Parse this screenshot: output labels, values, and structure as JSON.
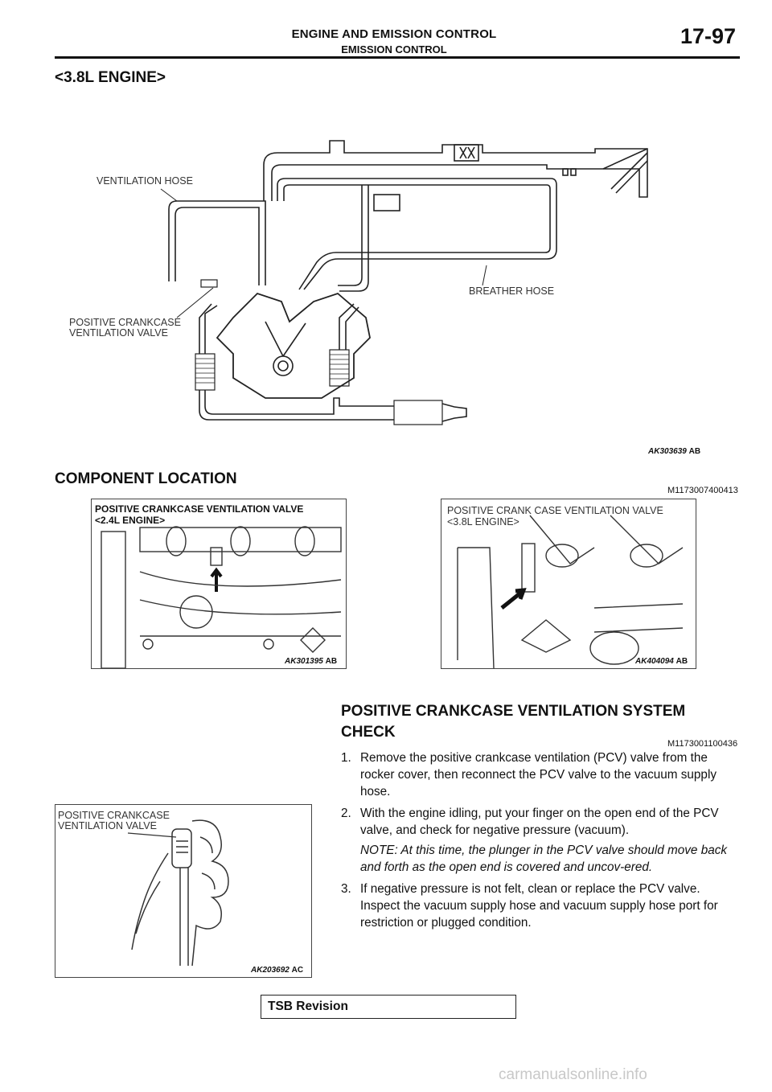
{
  "header": {
    "title": "ENGINE AND EMISSION CONTROL",
    "subtitle": "EMISSION CONTROL",
    "page_number": "17-97"
  },
  "engine_label": "<3.8L ENGINE>",
  "diagram1": {
    "label_ventilation_hose": "VENTILATION HOSE",
    "label_breather_hose": "BREATHER HOSE",
    "label_pcv_line1": "POSITIVE CRANKCASE",
    "label_pcv_line2": "VENTILATION VALVE",
    "code": "AK303639",
    "code_suffix": "AB"
  },
  "component_location": {
    "title": "COMPONENT LOCATION",
    "code": "M1173007400413"
  },
  "photo1": {
    "label_line1": "POSITIVE CRANKCASE VENTILATION VALVE",
    "label_line2": "<2.4L ENGINE>",
    "code": "AK301395",
    "code_suffix": "AB"
  },
  "photo2": {
    "label_line1": "POSITIVE CRANK CASE VENTILATION VALVE",
    "label_line2": "<3.8L ENGINE>",
    "code": "AK404094",
    "code_suffix": "AB"
  },
  "pcv_check": {
    "title_line1": "POSITIVE CRANKCASE VENTILATION SYSTEM",
    "title_line2": "CHECK",
    "code": "M1173001100436",
    "steps": [
      {
        "num": "1.",
        "text": "Remove the positive crankcase ventilation (PCV) valve from the rocker cover, then reconnect the PCV valve to the vacuum supply hose."
      },
      {
        "num": "2.",
        "text": "With the engine idling, put your finger on the open end of the PCV valve, and check for negative pressure (vacuum).",
        "note": "NOTE: At this time, the plunger in the PCV valve should move back and forth as the open end is covered and uncov-ered."
      },
      {
        "num": "3.",
        "text": "If negative pressure is not felt, clean or replace the PCV valve. Inspect the vacuum supply hose and vacuum supply hose port for restriction or plugged condition."
      }
    ]
  },
  "photo3": {
    "label_line1": "POSITIVE CRANKCASE",
    "label_line2": "VENTILATION VALVE",
    "code": "AK203692",
    "code_suffix": "AC"
  },
  "footer": {
    "tsb_label": "TSB Revision",
    "watermark": "carmanualsonline.info"
  }
}
